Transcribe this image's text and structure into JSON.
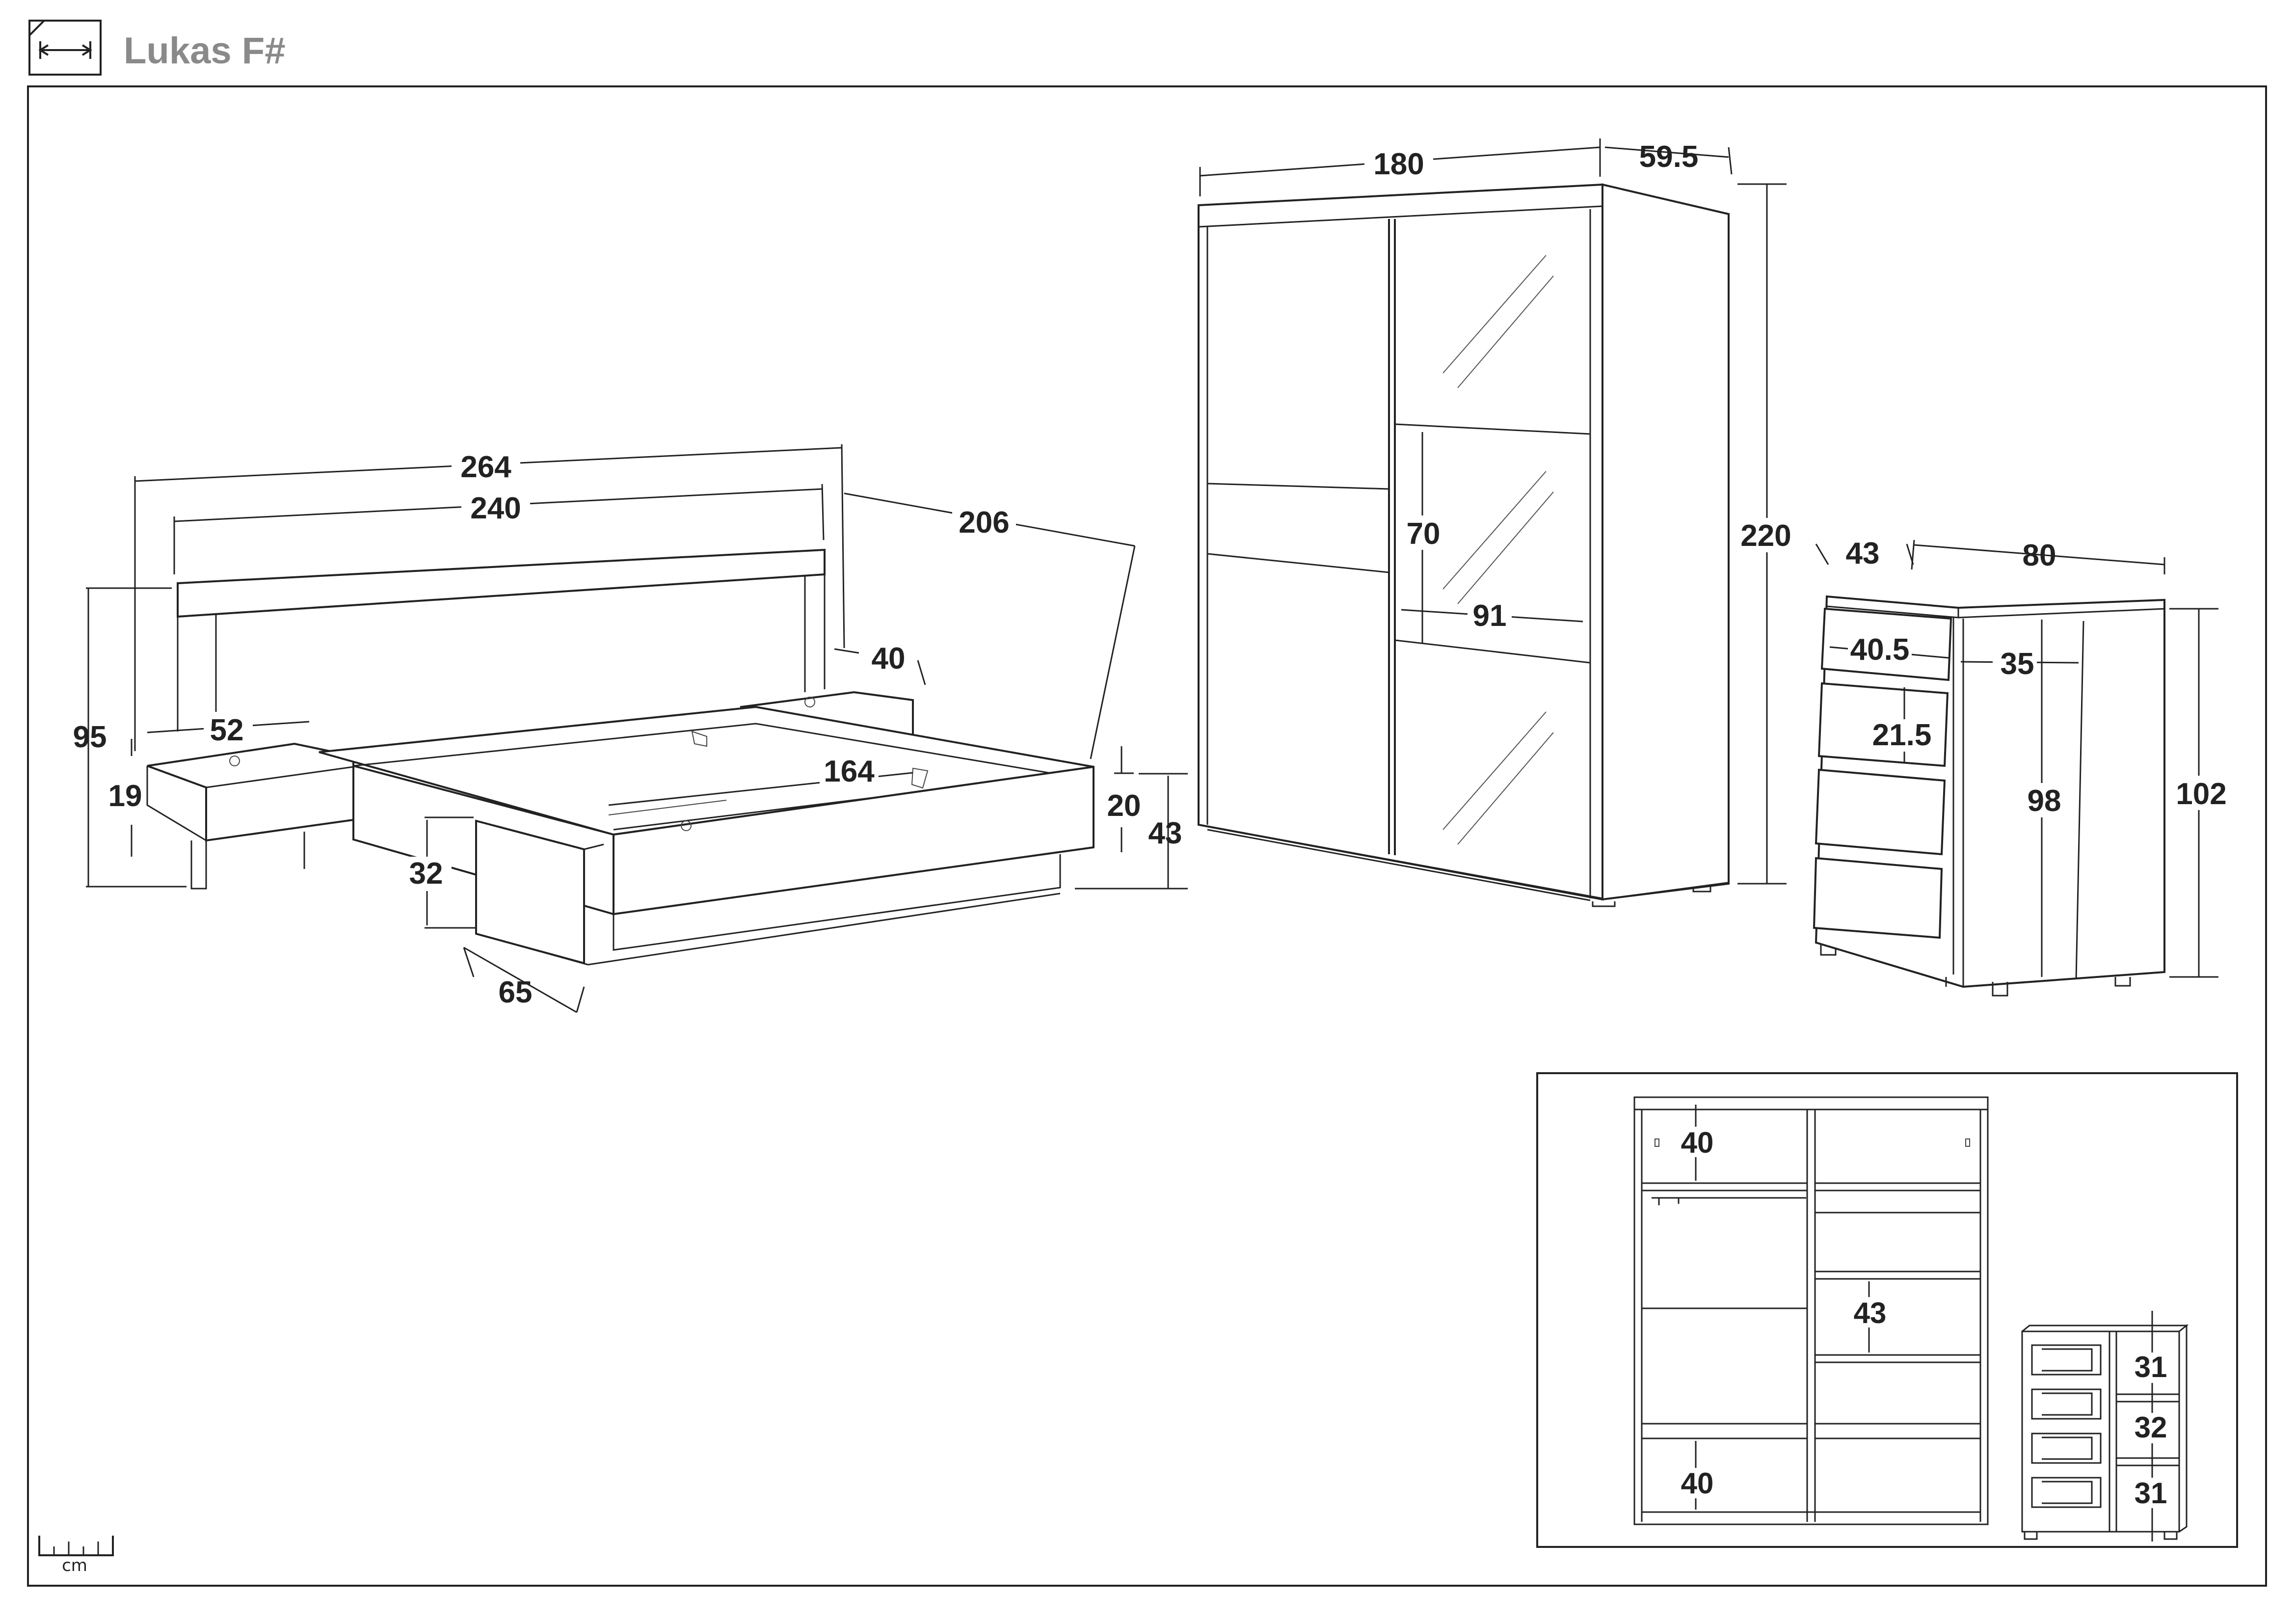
{
  "header": {
    "title": "Lukas F#",
    "icon": "measure-document-icon"
  },
  "scale_legend": {
    "unit": "cm",
    "icon": "ruler-icon"
  },
  "bed": {
    "dims": {
      "overall_width": "264",
      "headboard_width": "240",
      "length": "206",
      "headboard_height": "95",
      "nightstand_height": "19",
      "nightstand_width": "52",
      "nightstand_depth": "40",
      "mattress_width": "164",
      "frame_height": "20",
      "total_height": "43",
      "drawer_height": "32",
      "drawer_depth": "65"
    }
  },
  "wardrobe": {
    "dims": {
      "width": "180",
      "depth": "59.5",
      "height": "220",
      "mirror_height": "70",
      "mirror_width": "91"
    }
  },
  "chest": {
    "dims": {
      "depth": "43",
      "width": "80",
      "drawer_width": "40.5",
      "door_width": "35",
      "drawer_height": "21.5",
      "body_height": "98",
      "height": "102"
    }
  },
  "interior": {
    "wardrobe_dims": {
      "top_shelf": "40",
      "shelf_spacing": "43",
      "bottom_shelf": "40"
    },
    "chest_dims": {
      "shelf_top": "31",
      "shelf_mid": "32",
      "shelf_bottom": "31"
    }
  }
}
